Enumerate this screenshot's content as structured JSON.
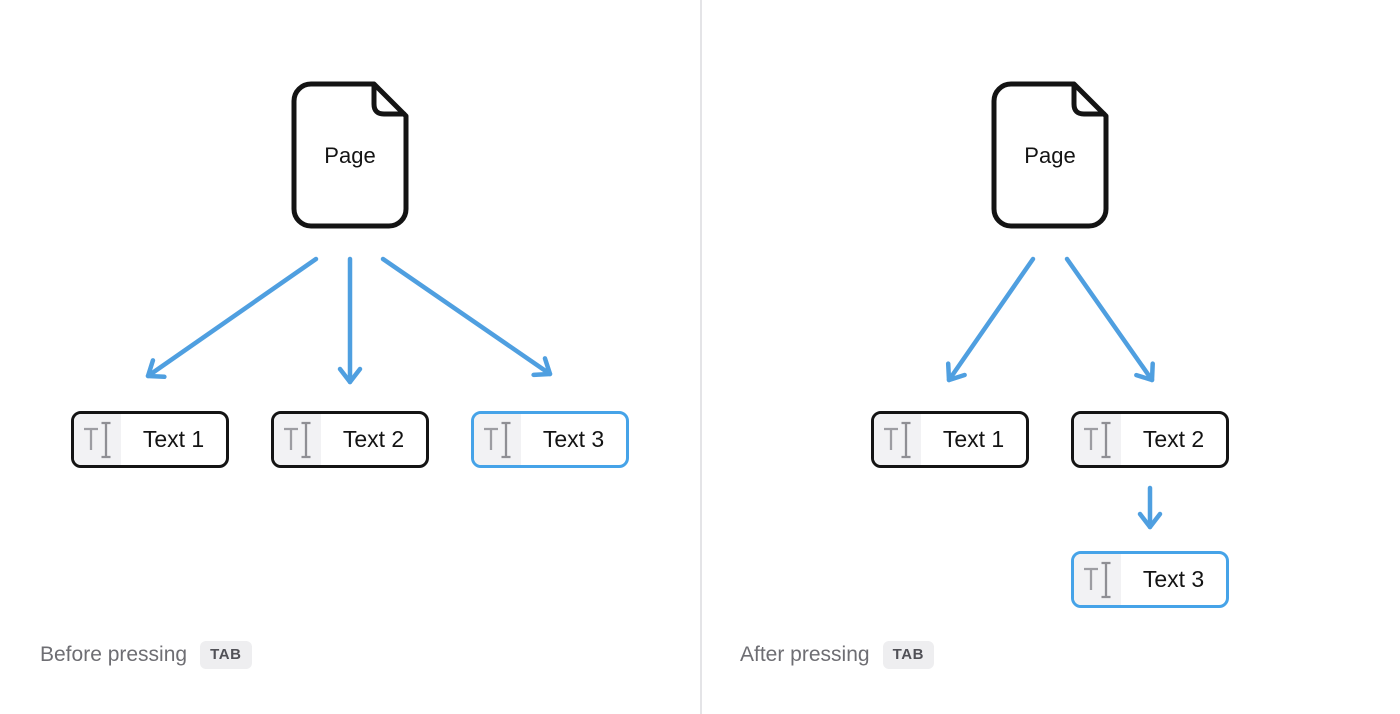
{
  "colors": {
    "background": "#ffffff",
    "arrow_blue": "#4f9fe0",
    "selection_blue": "#46a3e8",
    "border_black": "#141414",
    "text_black": "#141414",
    "divider": "#e4e4e7",
    "caption_gray": "#6e6e73",
    "badge_bg": "#eeeef0",
    "badge_text": "#515157",
    "icon_bg": "#f2f2f4",
    "icon_gray_light": "#9d9da2",
    "icon_gray_dark": "#8f8f94"
  },
  "icons": {
    "page_icon": "document-with-folded-corner",
    "node_icon": "text-cursor-icon"
  },
  "panels": [
    {
      "id": "before",
      "page_label": "Page",
      "nodes": [
        {
          "label": "Text 1",
          "selected": false
        },
        {
          "label": "Text 2",
          "selected": false
        },
        {
          "label": "Text 3",
          "selected": true
        }
      ],
      "caption": "Before pressing",
      "key_label": "TAB"
    },
    {
      "id": "after",
      "page_label": "Page",
      "nodes": [
        {
          "label": "Text 1",
          "selected": false
        },
        {
          "label": "Text 2",
          "selected": false
        },
        {
          "label": "Text 3",
          "selected": true
        }
      ],
      "caption": "After pressing",
      "key_label": "TAB"
    }
  ]
}
